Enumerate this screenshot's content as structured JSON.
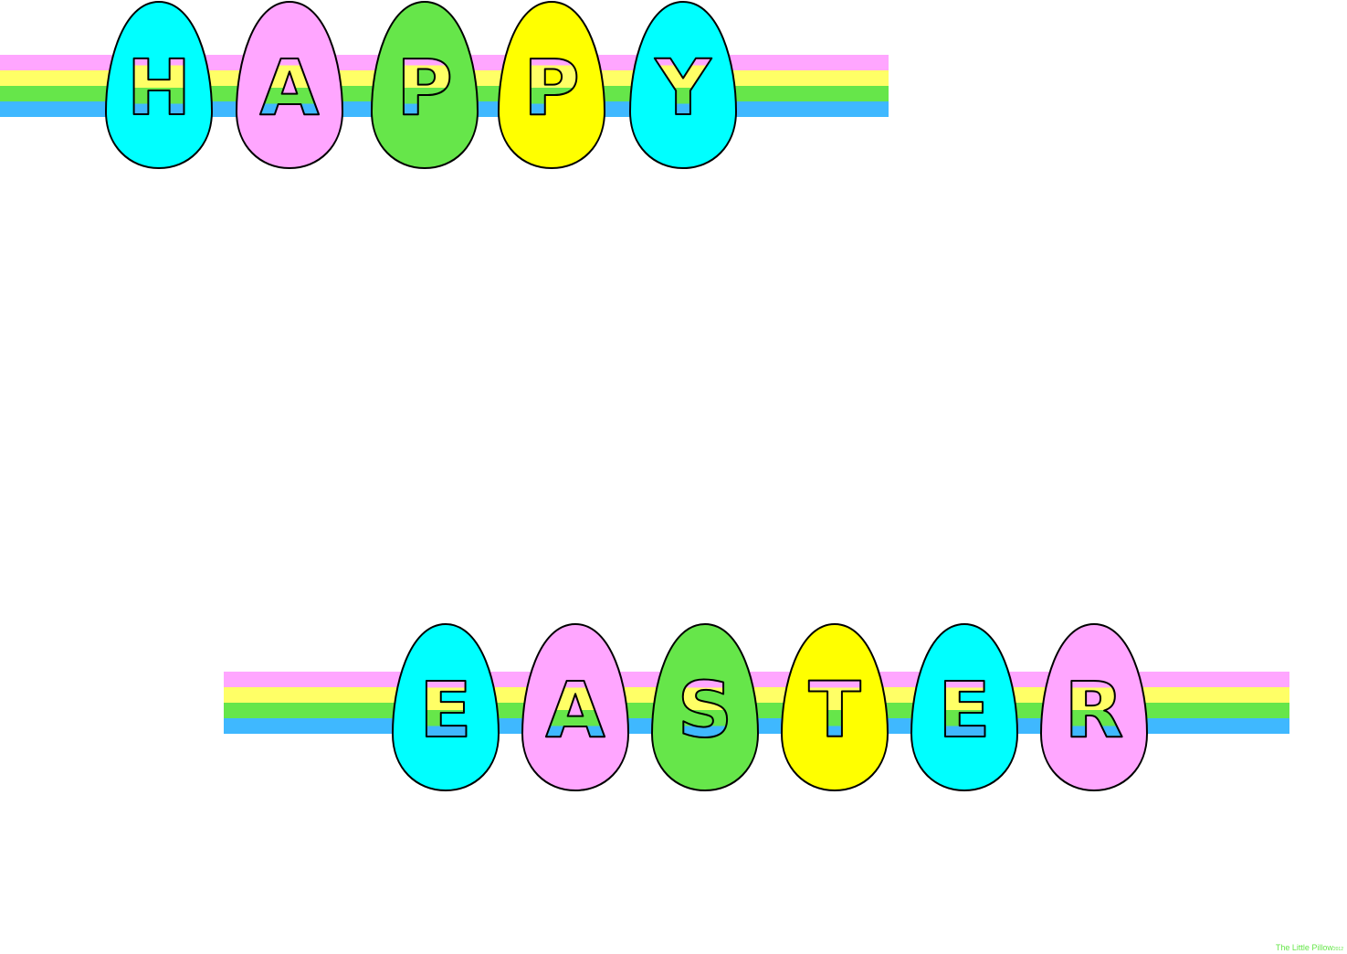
{
  "colors": {
    "stripe_pink": "#ffa6ff",
    "stripe_yellow": "#ffff66",
    "stripe_green": "#66e64a",
    "stripe_blue": "#3fb8ff",
    "egg_cyan": "#00ffff",
    "egg_pink": "#ffa6ff",
    "egg_green": "#66e64a",
    "egg_yellow": "#ffff00",
    "outline": "#000000"
  },
  "banner_top": {
    "letters": [
      {
        "char": "H",
        "egg_color": "#00ffff"
      },
      {
        "char": "A",
        "egg_color": "#ffa6ff"
      },
      {
        "char": "P",
        "egg_color": "#66e64a"
      },
      {
        "char": "P",
        "egg_color": "#ffff00"
      },
      {
        "char": "Y",
        "egg_color": "#00ffff"
      }
    ]
  },
  "banner_bottom": {
    "letters": [
      {
        "char": "E",
        "egg_color": "#00ffff"
      },
      {
        "char": "A",
        "egg_color": "#ffa6ff"
      },
      {
        "char": "S",
        "egg_color": "#66e64a"
      },
      {
        "char": "T",
        "egg_color": "#ffff00"
      },
      {
        "char": "E",
        "egg_color": "#00ffff"
      },
      {
        "char": "R",
        "egg_color": "#ffa6ff"
      }
    ]
  },
  "watermark": {
    "text": "The Little Pillow",
    "year": "2012"
  }
}
